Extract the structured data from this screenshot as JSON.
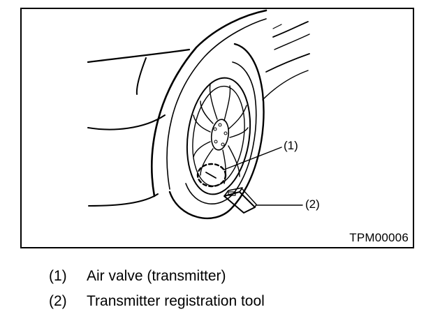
{
  "figure": {
    "code": "TPM00006",
    "callouts": [
      {
        "label": "(1)"
      },
      {
        "label": "(2)"
      }
    ]
  },
  "legend": [
    {
      "number": "(1)",
      "text": "Air valve (transmitter)"
    },
    {
      "number": "(2)",
      "text": "Transmitter registration tool"
    }
  ],
  "colors": {
    "line": "#000000",
    "background": "#ffffff"
  }
}
